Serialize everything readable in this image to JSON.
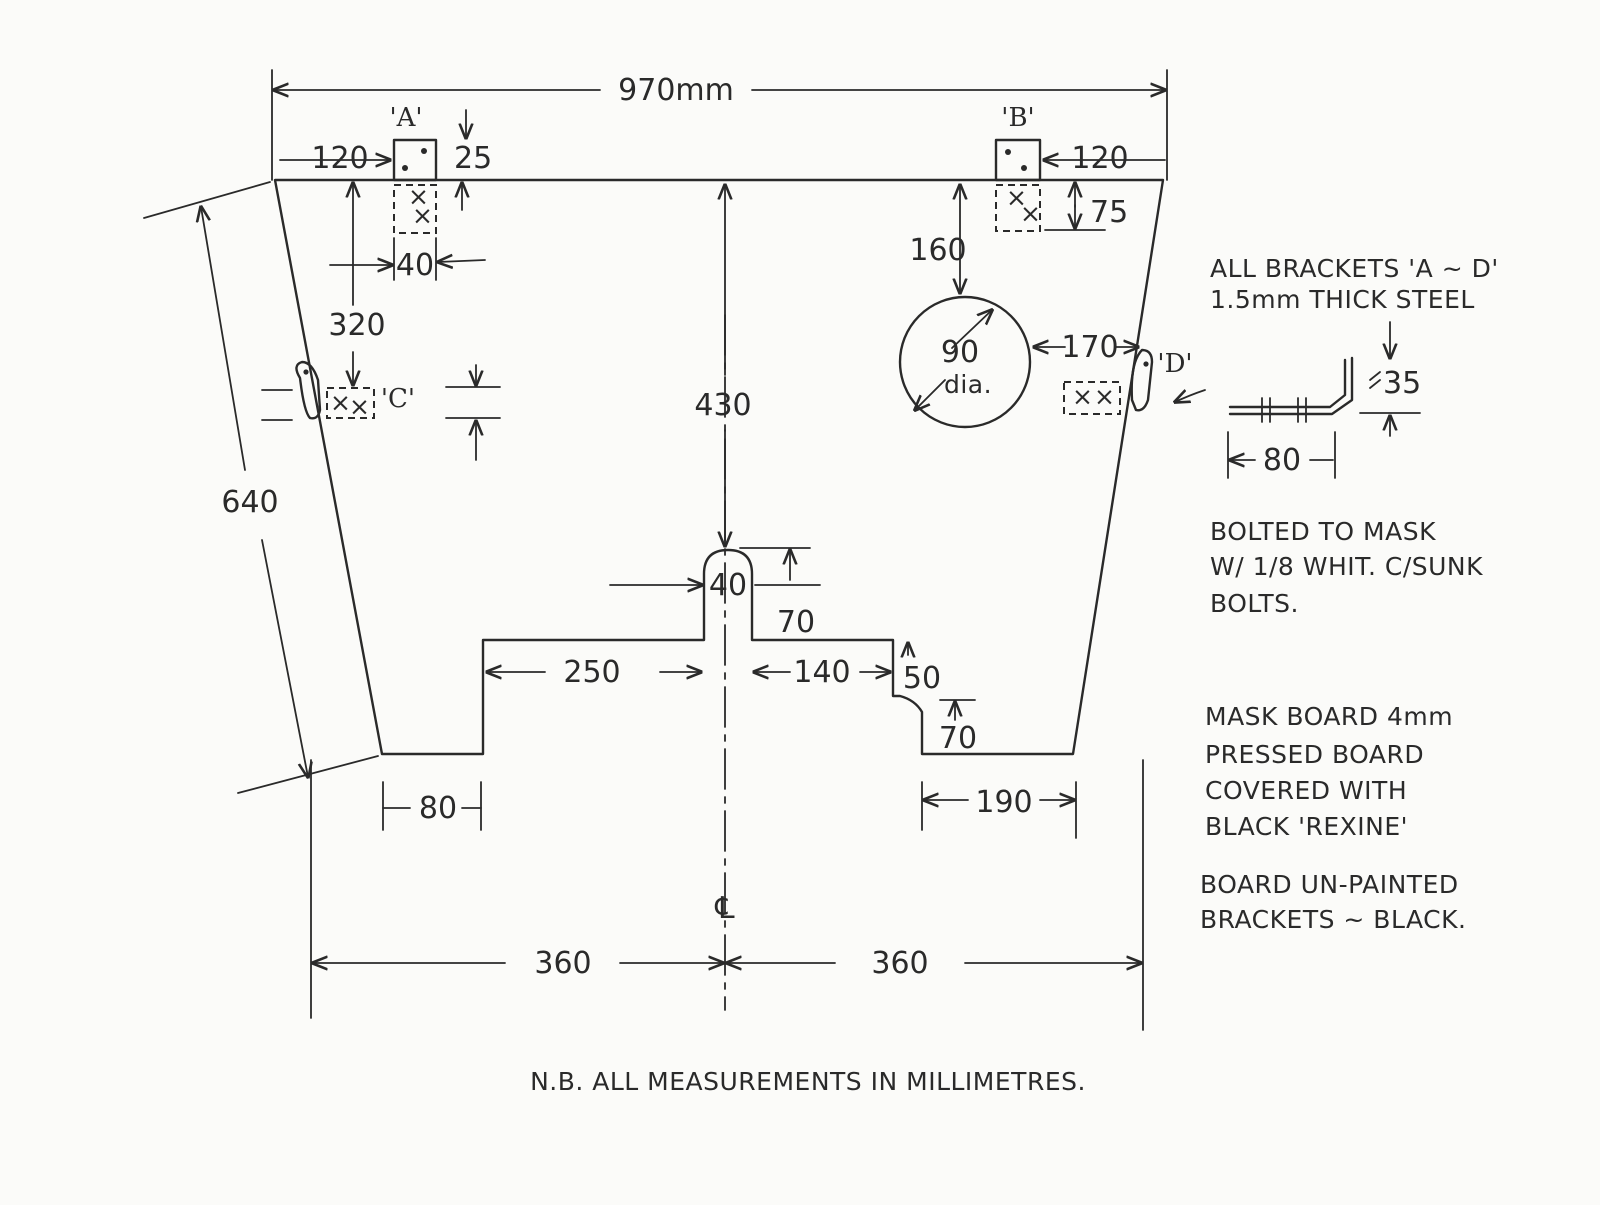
{
  "dims": {
    "overall_width": "970mm",
    "bracket_a_offset": "120",
    "bracket_a_height": "25",
    "bracket_b_offset": "120",
    "bracket_b_height": "75",
    "bracket_width": "40",
    "bracket_c_drop": "320",
    "hole_drop": "160",
    "hole_dia_value": "90",
    "hole_dia_unit": "dia.",
    "hole_to_edge": "170",
    "centre_height": "430",
    "slant_height": "640",
    "notch_width": "40",
    "notch_height": "70",
    "left_step": "250",
    "right_step": "140",
    "step_drop": "50",
    "step_rise": "70",
    "left_foot": "80",
    "right_foot": "190",
    "half_left": "360",
    "half_right": "360",
    "centre_line": "℄",
    "bracket_thickness": "35",
    "bracket_length": "80"
  },
  "labels": {
    "a": "'A'",
    "b": "'B'",
    "c": "'C'",
    "d": "'D'"
  },
  "notes": {
    "brackets": [
      "ALL BRACKETS 'A ~ D'",
      "1.5mm THICK STEEL"
    ],
    "bolted": [
      "BOLTED TO MASK",
      "W/ 1/8 WHIT. C/SUNK",
      "BOLTS."
    ],
    "board": [
      "MASK BOARD 4mm",
      "PRESSED BOARD",
      "COVERED WITH",
      "BLACK 'REXINE'"
    ],
    "paint": [
      "BOARD UN-PAINTED",
      "BRACKETS ~ BLACK."
    ],
    "footer": "N.B. ALL MEASUREMENTS IN MILLIMETRES."
  }
}
